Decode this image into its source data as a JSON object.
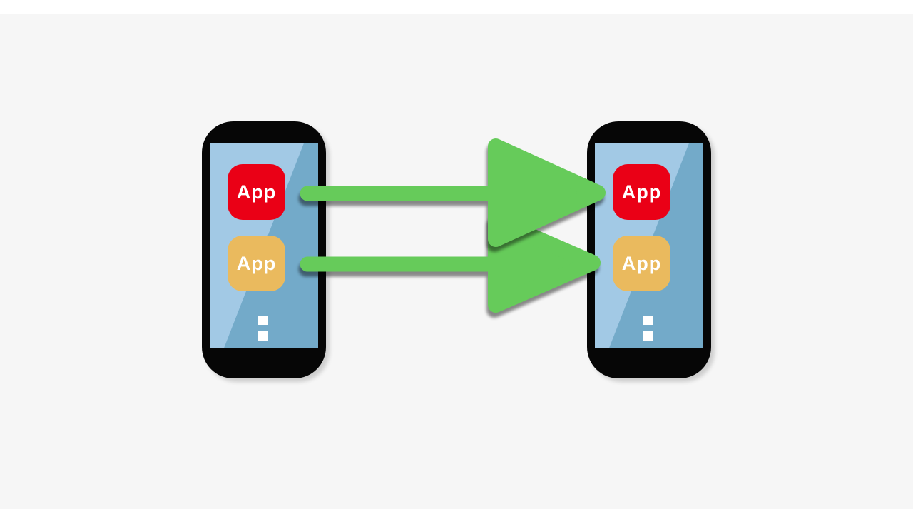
{
  "illustration": {
    "title": "app-transfer-between-phones",
    "arrow_count": 2,
    "arrow_direction": "left-to-right"
  },
  "colors": {
    "canvas": "#f6f6f6",
    "margin_band": "#ffffff",
    "phone_body": "#060606",
    "screen_light": "#a2c9e5",
    "screen_dark": "#73aac9",
    "app_red": "#ea0016",
    "app_gold": "#eaba5e",
    "app_label_color": "#ffffff",
    "ellipsis_dot_color": "#ffffff",
    "arrow_green": "#66cb5a"
  },
  "source_phone": {
    "apps": [
      {
        "label": "App",
        "color": "#ea0016"
      },
      {
        "label": "App",
        "color": "#eaba5e"
      }
    ],
    "more_apps_indicator": "vertical-ellipsis"
  },
  "target_phone": {
    "apps": [
      {
        "label": "App",
        "color": "#ea0016"
      },
      {
        "label": "App",
        "color": "#eaba5e"
      }
    ],
    "more_apps_indicator": "vertical-ellipsis"
  }
}
